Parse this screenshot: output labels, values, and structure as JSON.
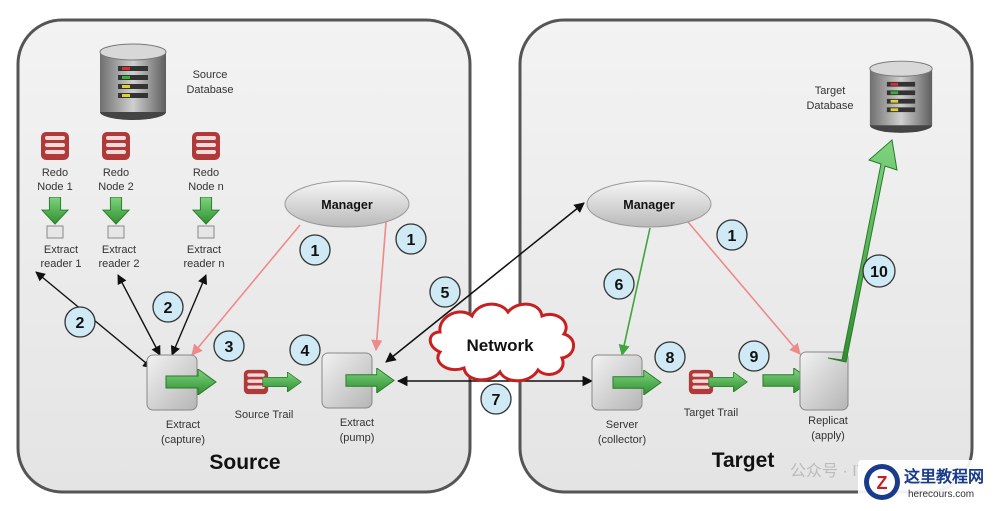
{
  "source_panel": {
    "title": "Source",
    "database_label": [
      "Source",
      "Database"
    ],
    "redo_nodes": [
      {
        "label": [
          "Redo",
          "Node 1"
        ],
        "reader": [
          "Extract",
          "reader 1"
        ]
      },
      {
        "label": [
          "Redo",
          "Node 2"
        ],
        "reader": [
          "Extract",
          "reader 2"
        ]
      },
      {
        "label": [
          "Redo",
          "Node n"
        ],
        "reader": [
          "Extract",
          "reader n"
        ]
      }
    ],
    "manager_label": "Manager",
    "extract_capture_label": [
      "Extract",
      "(capture)"
    ],
    "source_trail_label": "Source Trail",
    "extract_pump_label": [
      "Extract",
      "(pump)"
    ]
  },
  "network_label": "Network",
  "target_panel": {
    "title": "Target",
    "database_label": [
      "Target",
      "Database"
    ],
    "manager_label": "Manager",
    "server_label": [
      "Server",
      "(collector)"
    ],
    "target_trail_label": "Target Trail",
    "replicat_label": [
      "Replicat",
      "(apply)"
    ]
  },
  "step_numbers": [
    "1",
    "1",
    "2",
    "2",
    "3",
    "4",
    "5",
    "6",
    "7",
    "8",
    "9",
    "1",
    "10"
  ],
  "watermark": "公众号 · IT 技术",
  "logo": {
    "title": "这里教程网",
    "url": "herecours.com"
  },
  "colors": {
    "panel_fill": "#ececec",
    "arrow_green": "#3fa63f",
    "arrow_red": "#ee8a8a",
    "badge_fill": "#cfeaf5",
    "network_cloud": "#c82020"
  }
}
